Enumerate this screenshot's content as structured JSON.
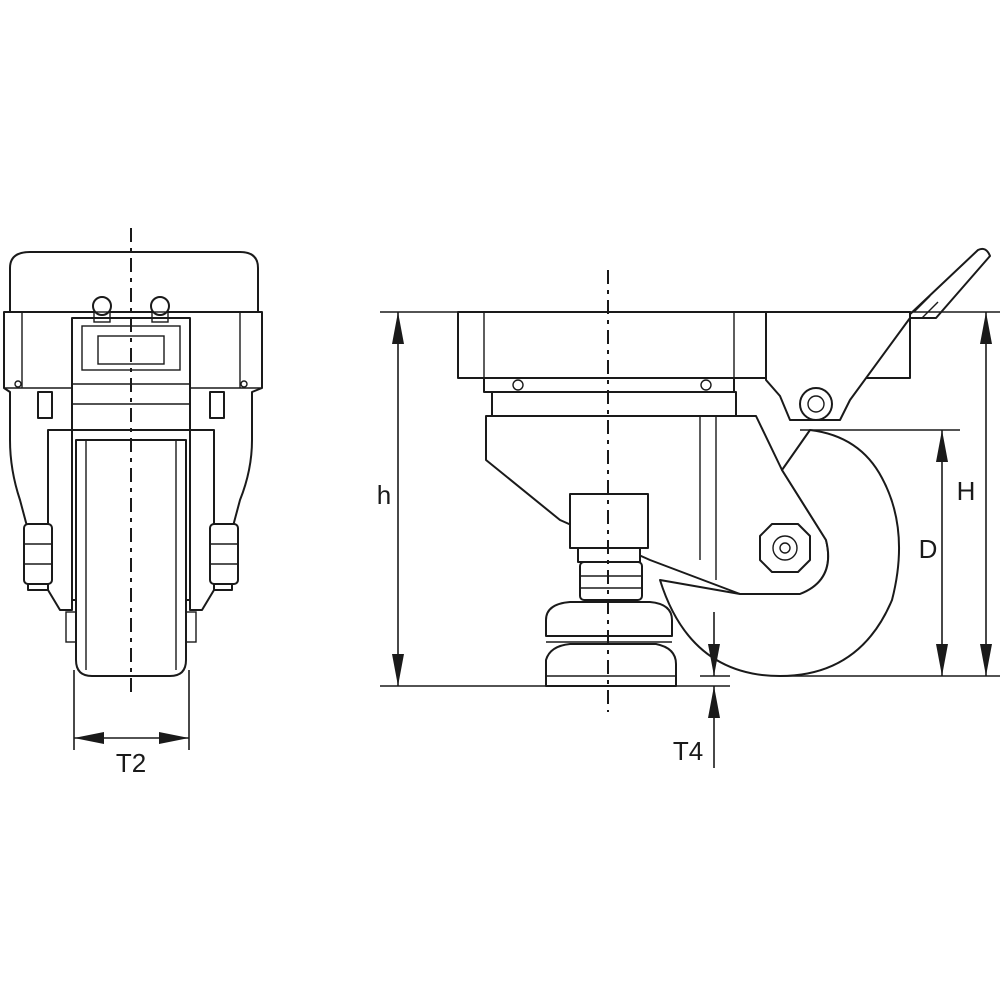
{
  "labels": {
    "t2": "T2",
    "h_small": "h",
    "h_big": "H",
    "d": "D",
    "t4": "T4"
  },
  "colors": {
    "line": "#1a1a1a",
    "background": "#ffffff"
  }
}
